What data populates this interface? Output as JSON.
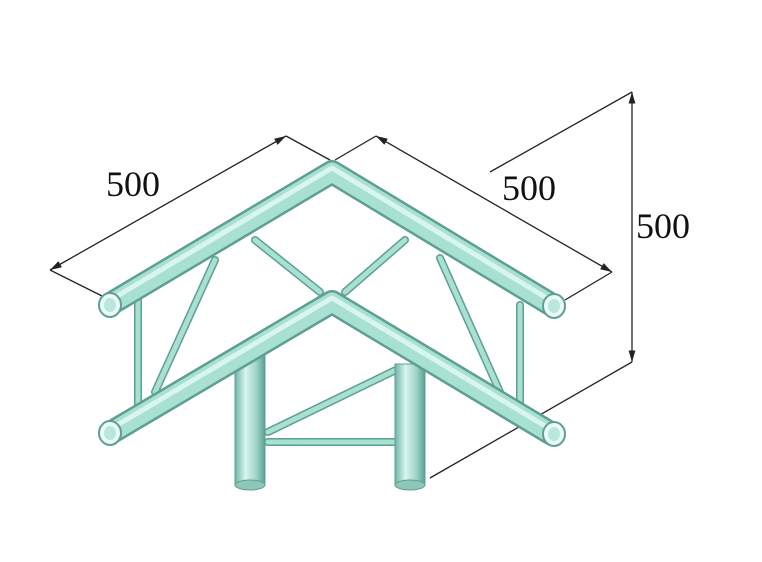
{
  "diagram": {
    "subject": "3-way truss corner (ladder/triangle truss)",
    "dimensions": {
      "left_length": "500",
      "right_length": "500",
      "height": "500"
    },
    "colors": {
      "tube_fill": "#a8e0d2",
      "tube_dark": "#6fb3a6",
      "tube_highlight": "#d8f5ee",
      "dimension_line": "#222222"
    }
  }
}
